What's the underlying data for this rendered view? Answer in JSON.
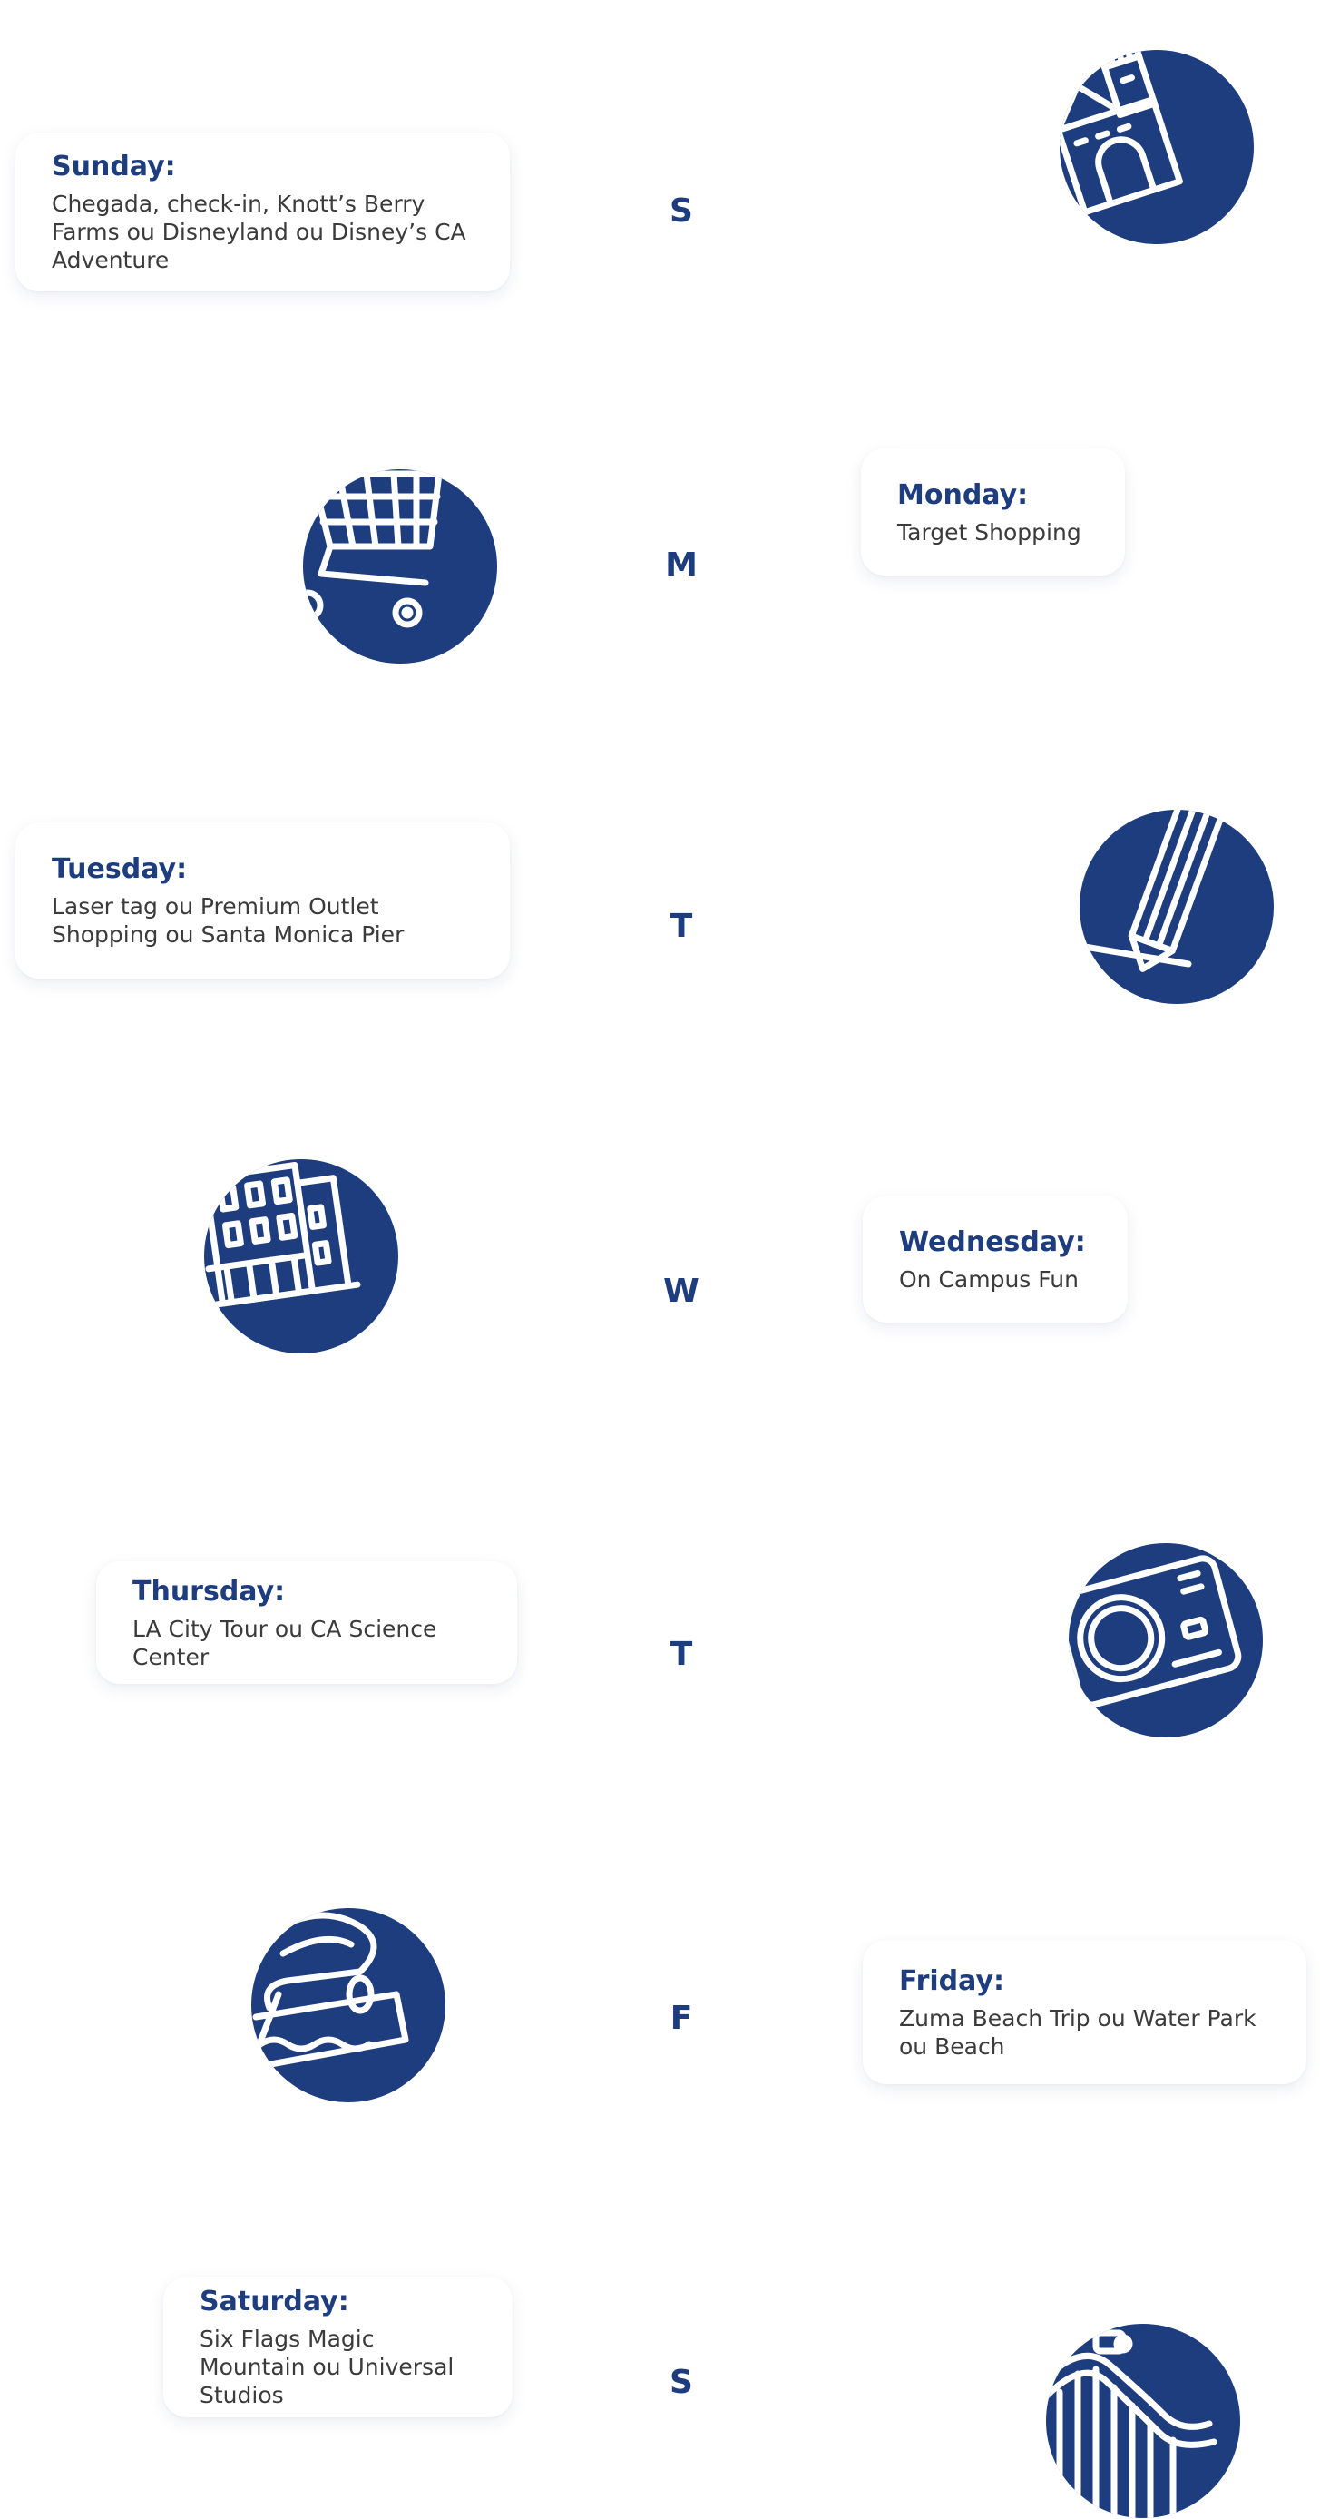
{
  "days": [
    {
      "title": "Sunday:",
      "description": "Chegada, check-in, Knott’s Berry Farms ou Disneyland ou Disney’s CA Adventure",
      "letter": "S",
      "icon": "castle-icon"
    },
    {
      "title": "Monday:",
      "description": "Target Shopping",
      "letter": "M",
      "icon": "shopping-cart-icon"
    },
    {
      "title": "Tuesday:",
      "description": "Laser tag ou Premium Outlet Shopping ou Santa Monica Pier",
      "letter": "T",
      "icon": "pencil-icon"
    },
    {
      "title": "Wednesday:",
      "description": "On Campus Fun",
      "letter": "W",
      "icon": "campus-building-icon"
    },
    {
      "title": "Thursday:",
      "description": "LA City Tour ou CA Science Center",
      "letter": "T",
      "icon": "camera-icon"
    },
    {
      "title": "Friday:",
      "description": "Zuma Beach Trip ou Water Park ou Beach",
      "letter": "F",
      "icon": "water-slide-icon"
    },
    {
      "title": "Saturday:",
      "description": "Six Flags Magic Mountain ou Universal Studios",
      "letter": "S",
      "icon": "roller-coaster-icon"
    }
  ],
  "colors": {
    "accent": "#1e3d7e",
    "text": "#3b3b3b",
    "background": "#ffffff"
  }
}
